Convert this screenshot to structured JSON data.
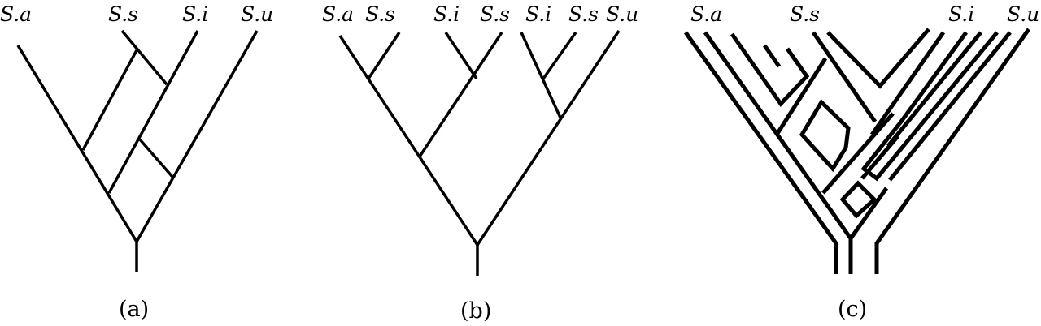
{
  "panels": [
    {
      "id": "a",
      "caption": "(a)",
      "taxa": [
        "S.a",
        "S.s",
        "S.i",
        "S.u"
      ]
    },
    {
      "id": "b",
      "caption": "(b)",
      "taxa": [
        "S.a",
        "S.s",
        "S.i",
        "S.s",
        "S.i",
        "S.s",
        "S.u"
      ]
    },
    {
      "id": "c",
      "caption": "(c)",
      "taxa": [
        "S.a",
        "S.s",
        "S.i",
        "S.u"
      ]
    }
  ],
  "colors": {
    "ink": "#000000",
    "background": "#ffffff"
  }
}
